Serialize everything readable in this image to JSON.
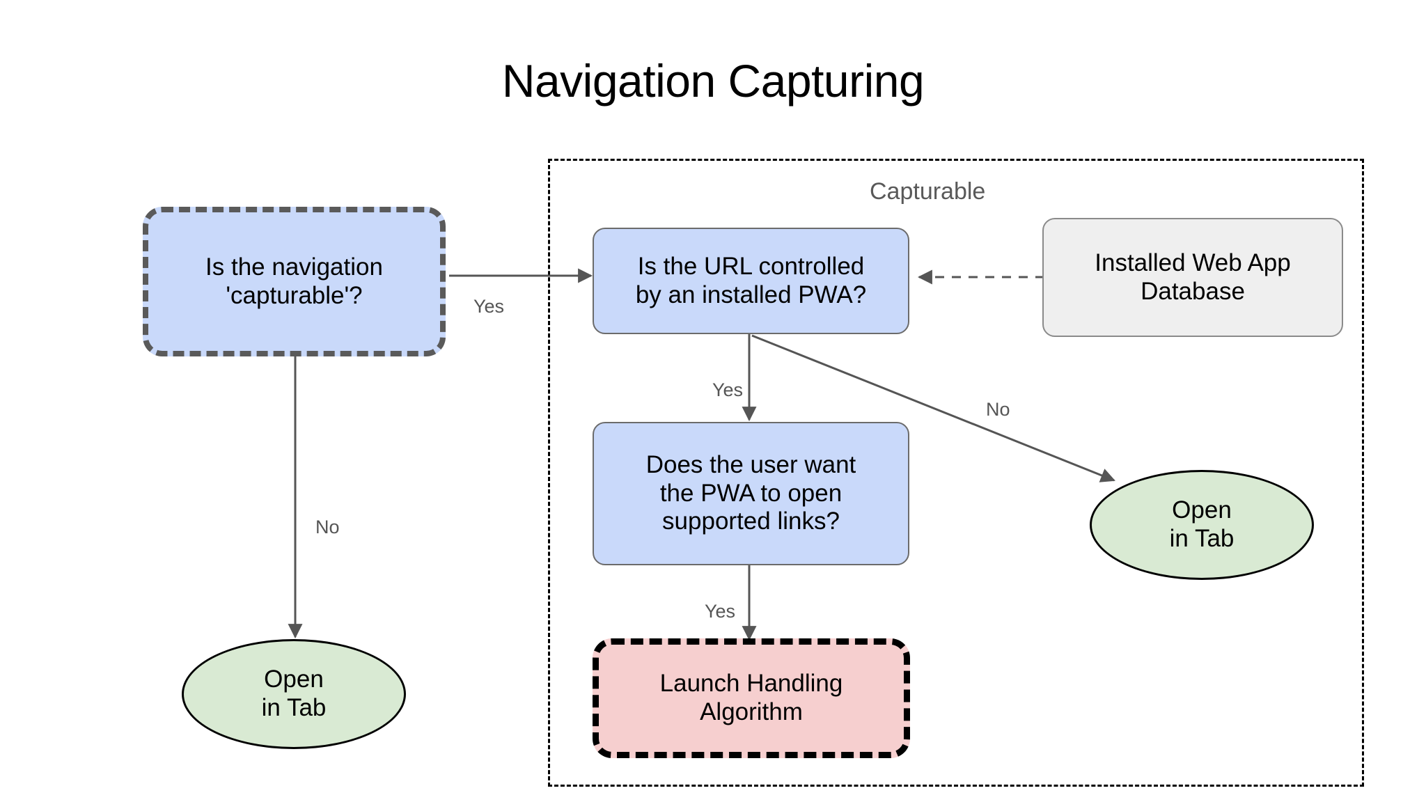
{
  "page": {
    "title": "Navigation Capturing",
    "background": "#ffffff"
  },
  "colors": {
    "blue_fill": "#c9d9fa",
    "gray_fill": "#efefef",
    "pink_fill": "#f6cfcf",
    "green_fill": "#d9ead3",
    "edge_stroke": "#555555",
    "dashed_border": "#000000",
    "label_text": "#555555",
    "group_label_text": "#595959"
  },
  "group": {
    "label": "Capturable"
  },
  "nodes": [
    {
      "id": "is-navigation-capturable",
      "label": "Is the navigation\n'capturable'?",
      "shape": "rounded-rect",
      "style": "blue-dashed-thick"
    },
    {
      "id": "is-url-controlled",
      "label": "Is the URL controlled\nby an installed PWA?",
      "shape": "rounded-rect",
      "style": "blue"
    },
    {
      "id": "installed-web-app-database",
      "label": "Installed Web App\nDatabase",
      "shape": "rounded-rect",
      "style": "gray"
    },
    {
      "id": "does-user-want-pwa",
      "label": "Does the user want\nthe PWA to open\nsupported links?",
      "shape": "rounded-rect",
      "style": "blue"
    },
    {
      "id": "launch-handling-algorithm",
      "label": "Launch Handling\nAlgorithm",
      "shape": "rounded-rect",
      "style": "pink-dashed-thick"
    },
    {
      "id": "open-in-tab-left",
      "label": "Open\nin Tab",
      "shape": "ellipse",
      "style": "green"
    },
    {
      "id": "open-in-tab-right",
      "label": "Open\nin Tab",
      "shape": "ellipse",
      "style": "green"
    }
  ],
  "edges": [
    {
      "id": "capturable-yes",
      "from": "is-navigation-capturable",
      "to": "is-url-controlled",
      "label": "Yes",
      "style": "solid"
    },
    {
      "id": "capturable-no",
      "from": "is-navigation-capturable",
      "to": "open-in-tab-left",
      "label": "No",
      "style": "solid"
    },
    {
      "id": "database-lookup",
      "from": "installed-web-app-database",
      "to": "is-url-controlled",
      "label": "",
      "style": "dashed"
    },
    {
      "id": "url-yes",
      "from": "is-url-controlled",
      "to": "does-user-want-pwa",
      "label": "Yes",
      "style": "solid"
    },
    {
      "id": "url-no",
      "from": "is-url-controlled",
      "to": "open-in-tab-right",
      "label": "No",
      "style": "solid"
    },
    {
      "id": "user-want-yes",
      "from": "does-user-want-pwa",
      "to": "launch-handling-algorithm",
      "label": "Yes",
      "style": "solid"
    }
  ]
}
